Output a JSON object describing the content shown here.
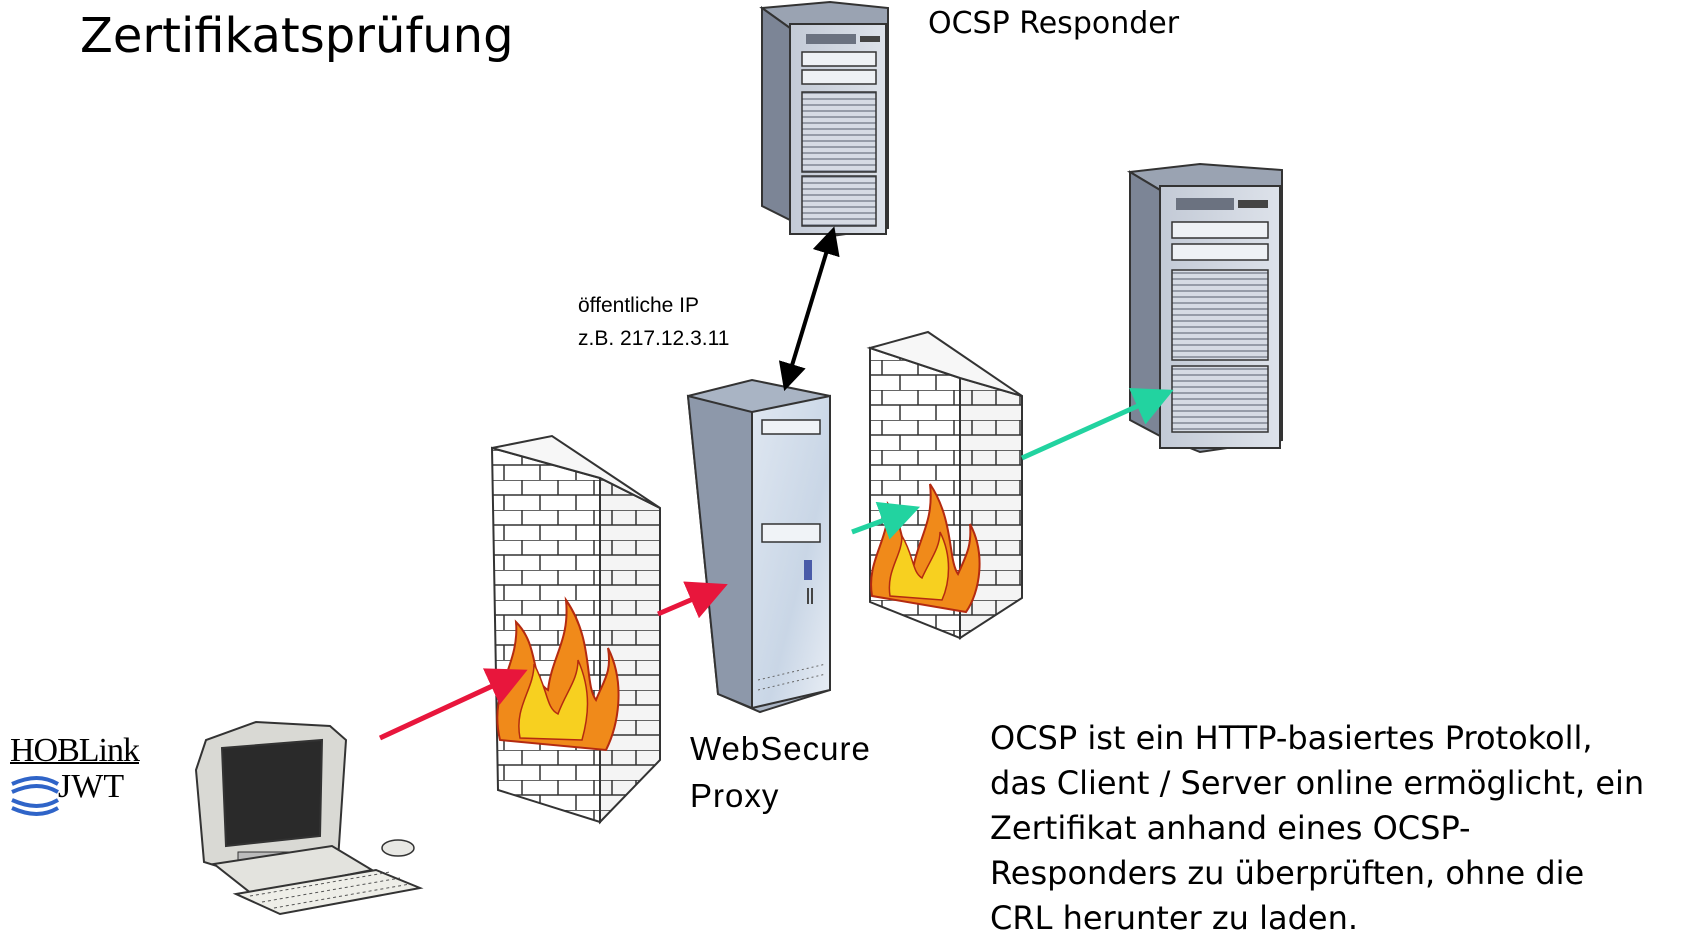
{
  "title": "Zertifikatsprüfung",
  "ocsp_responder": {
    "label": "OCSP Responder"
  },
  "proxy_ip": {
    "line1": "öffentliche IP",
    "line2": "z.B. 217.12.3.11"
  },
  "proxy": {
    "line1": "WebSecure",
    "line2": "Proxy"
  },
  "logo": {
    "line1": "HOBLink",
    "line2": "JWT"
  },
  "description": [
    "OCSP ist ein HTTP-basiertes Protokoll,",
    "das Client / Server online ermöglicht, ein",
    "Zertifikat anhand eines OCSP-",
    "Responders zu überprüften, ohne die",
    "CRL herunter zu laden."
  ],
  "colors": {
    "client_arrow": "#e8163c",
    "server_arrow": "#22d3a0",
    "ocsp_arrow": "#000000",
    "brick_line": "#333333",
    "flame_outer": "#f08a1a",
    "flame_inner": "#f7d020",
    "flame_dark": "#b42a10",
    "server_body": "#b9c1cf",
    "logo_stripes": "#2f64c8"
  }
}
